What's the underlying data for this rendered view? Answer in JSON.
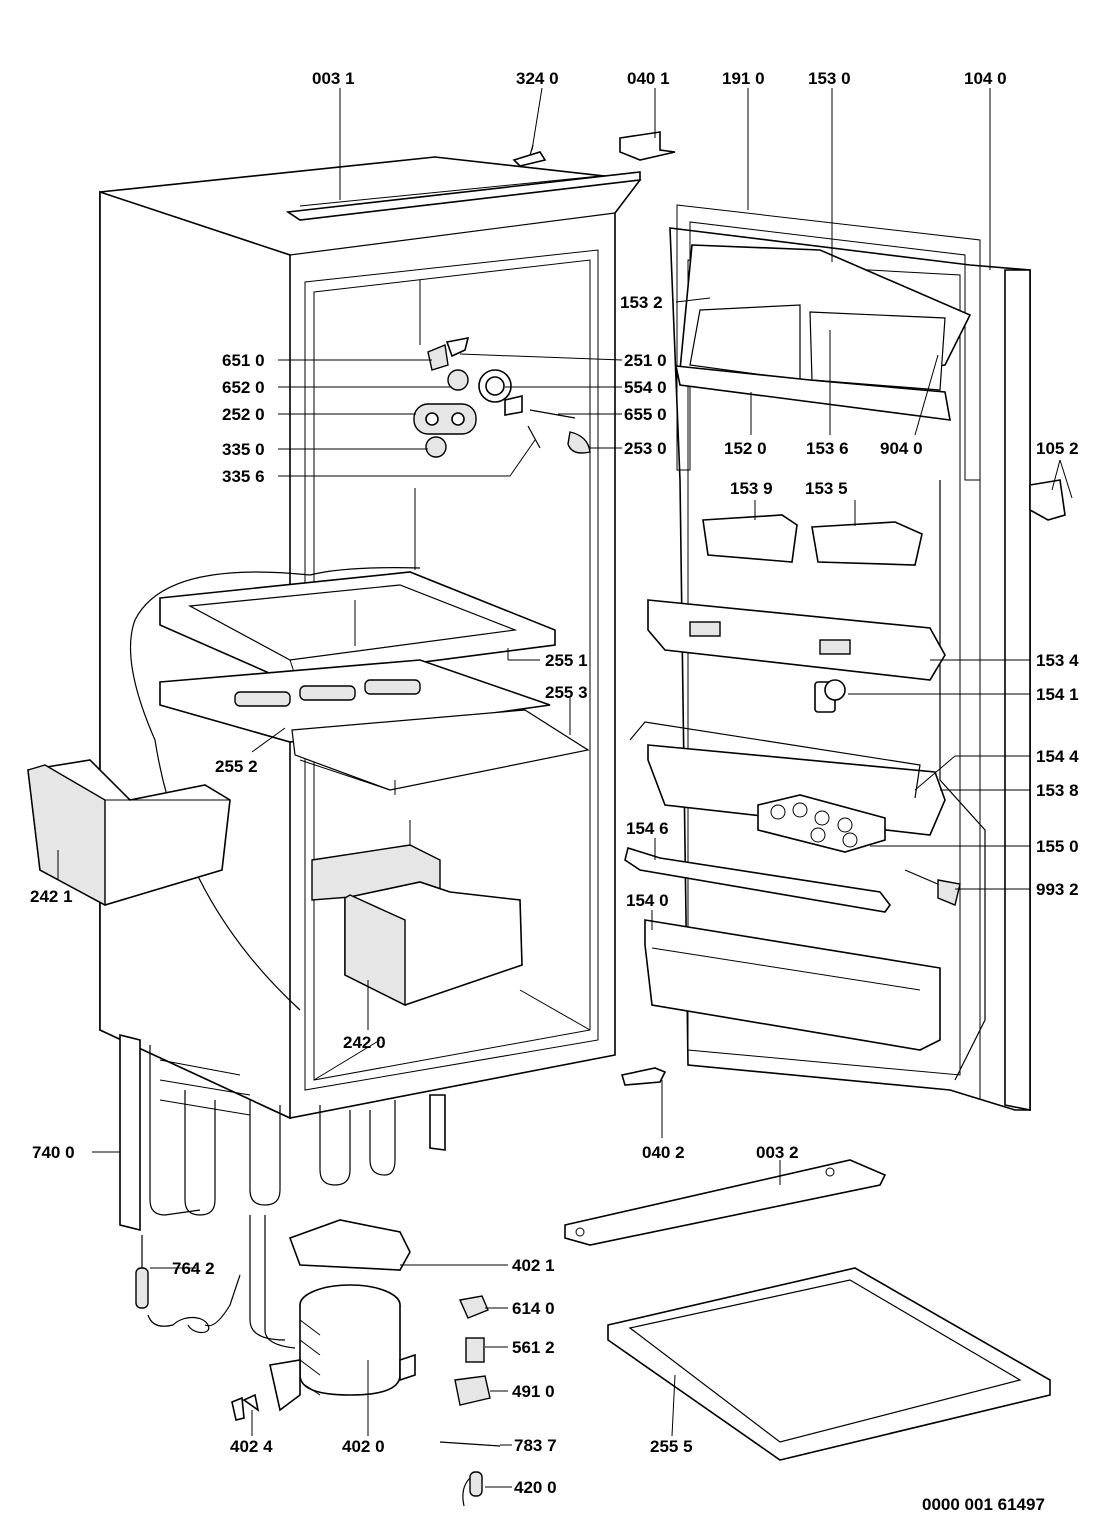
{
  "diagram": {
    "document_number": "0000 001 61497",
    "labels": {
      "p0031": "003 1",
      "p3240": "324 0",
      "p0401": "040 1",
      "p1910": "191 0",
      "p1530": "153 0",
      "p1040": "104 0",
      "p1532": "153 2",
      "p6510": "651 0",
      "p2510": "251 0",
      "p6520": "652 0",
      "p5540": "554 0",
      "p2520": "252 0",
      "p6550": "655 0",
      "p3350": "335 0",
      "p2530": "253 0",
      "p1520": "152 0",
      "p1536": "153 6",
      "p9040": "904 0",
      "p1052": "105 2",
      "p3356": "335 6",
      "p1539": "153 9",
      "p1535": "153 5",
      "p2551": "255 1",
      "p1534": "153 4",
      "p2553": "255 3",
      "p1541": "154 1",
      "p2552": "255 2",
      "p1544": "154 4",
      "p1538": "153 8",
      "p1546": "154 6",
      "p1550": "155 0",
      "p2421": "242 1",
      "p9932": "993 2",
      "p1540": "154 0",
      "p2420": "242 0",
      "p7400": "740 0",
      "p0402": "040 2",
      "p0032": "003 2",
      "p7642": "764 2",
      "p4021": "402 1",
      "p6140": "614 0",
      "p5612": "561 2",
      "p4910": "491 0",
      "p4024": "402 4",
      "p4020": "402 0",
      "p7837": "783 7",
      "p2555": "255 5",
      "p4200": "420 0"
    }
  }
}
